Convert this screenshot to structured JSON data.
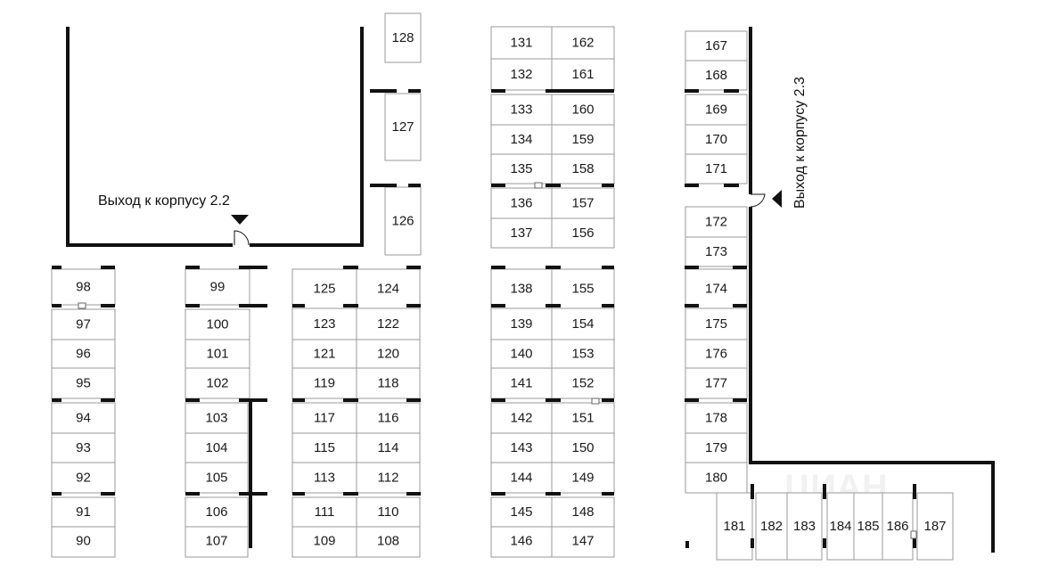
{
  "watermark": "ЦИАН",
  "exits": {
    "left_label": "Выход к корпусу 2.2",
    "right_label": "Выход к корпусу 2.3"
  },
  "units": [
    "90",
    "91",
    "92",
    "93",
    "94",
    "95",
    "96",
    "97",
    "98",
    "99",
    "100",
    "101",
    "102",
    "103",
    "104",
    "105",
    "106",
    "107",
    "108",
    "109",
    "110",
    "111",
    "112",
    "113",
    "114",
    "115",
    "116",
    "117",
    "118",
    "119",
    "120",
    "121",
    "122",
    "123",
    "124",
    "125",
    "126",
    "127",
    "128",
    "131",
    "132",
    "133",
    "134",
    "135",
    "136",
    "137",
    "138",
    "139",
    "140",
    "141",
    "142",
    "143",
    "144",
    "145",
    "146",
    "147",
    "148",
    "149",
    "150",
    "151",
    "152",
    "153",
    "154",
    "155",
    "156",
    "157",
    "158",
    "159",
    "160",
    "161",
    "162",
    "167",
    "168",
    "169",
    "170",
    "171",
    "172",
    "173",
    "174",
    "175",
    "176",
    "177",
    "178",
    "179",
    "180",
    "181",
    "182",
    "183",
    "184",
    "185",
    "186",
    "187"
  ]
}
